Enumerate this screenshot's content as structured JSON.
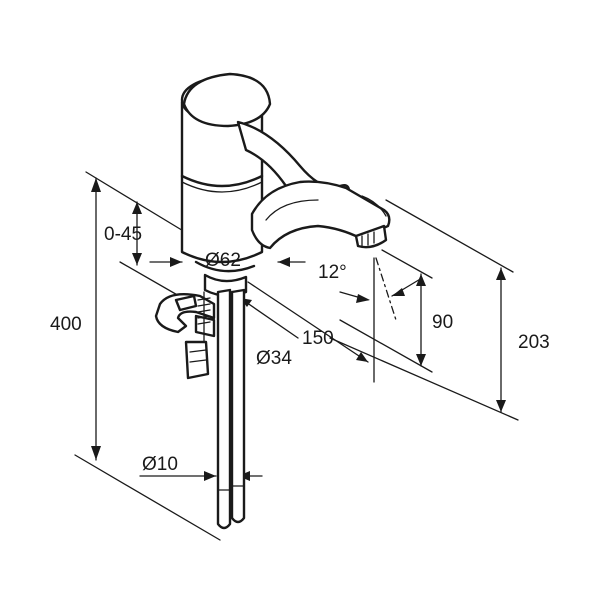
{
  "drawing": {
    "subject": "single-lever basin mixer faucet",
    "dimensions": {
      "total_height": "400",
      "clamping_range": "0-45",
      "base_diameter": "Ø62",
      "spout_angle": "12°",
      "spout_reach": "150",
      "hole_diameter": "Ø34",
      "outlet_clearance": "90",
      "spout_height": "203",
      "hose_diameter": "Ø10"
    }
  }
}
